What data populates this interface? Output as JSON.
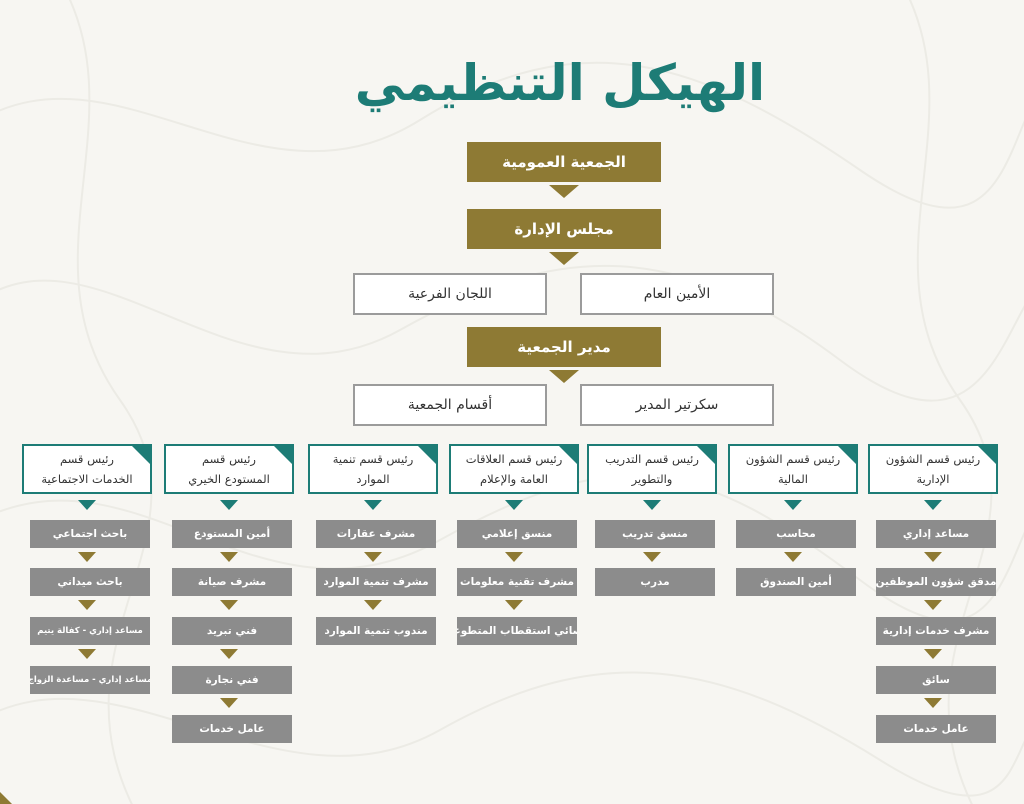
{
  "title": "الهيكل التنظيمي",
  "top": {
    "general_assembly": "الجمعية العمومية",
    "board": "مجلس الإدارة",
    "secretary_general": "الأمين العام",
    "sub_committees": "اللجان الفرعية",
    "director": "مدير الجمعية",
    "director_secretary": "سكرتير المدير",
    "sections": "أقسام الجمعية"
  },
  "departments": [
    {
      "head": "رئيس قسم الشؤون الإدارية",
      "staff": [
        "مساعد إداري",
        "مدقق شؤون الموظفين",
        "مشرف خدمات إدارية",
        "سائق",
        "عامل خدمات"
      ]
    },
    {
      "head": "رئيس قسم الشؤون المالية",
      "staff": [
        "محاسب",
        "أمين الصندوق"
      ]
    },
    {
      "head": "رئيس قسم التدريب والتطوير",
      "staff": [
        "منسق تدريب",
        "مدرب"
      ]
    },
    {
      "head": "رئيس قسم العلاقات العامة والإعلام",
      "staff": [
        "منسق إعلامي",
        "مشرف تقنية معلومات",
        "أخصائي استقطاب المتطوعين"
      ]
    },
    {
      "head": "رئيس قسم تنمية الموارد",
      "staff": [
        "مشرف عقارات",
        "مشرف تنمية الموارد",
        "مندوب تنمية الموارد"
      ]
    },
    {
      "head": "رئيس قسم المستودع الخيري",
      "staff": [
        "أمين المستودع",
        "مشرف صيانة",
        "فني تبريد",
        "فني نجارة",
        "عامل خدمات"
      ]
    },
    {
      "head": "رئيس قسم الخدمات الاجتماعية",
      "staff": [
        "باحث اجتماعي",
        "باحث ميداني",
        "مساعد إداري - كفالة يتيم",
        "مساعد إداري - مساعدة الزواج"
      ]
    }
  ],
  "colors": {
    "gold": "#8e7a34",
    "teal": "#1d7c76",
    "gray": "#8c8c8c",
    "background": "#f7f6f2"
  }
}
